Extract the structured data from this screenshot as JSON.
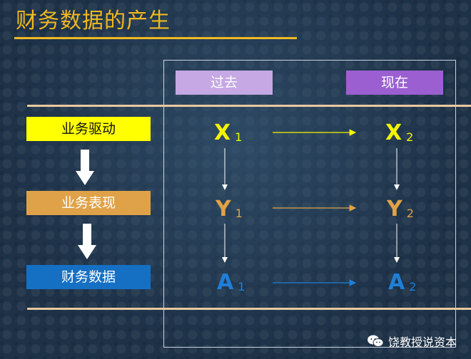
{
  "title": "财务数据的产生",
  "headers": {
    "past": "过去",
    "now": "现在"
  },
  "boxes": {
    "drive": "业务驱动",
    "performance": "业务表现",
    "finance": "财务数据"
  },
  "variables": {
    "x1": {
      "letter": "X",
      "sub": "1"
    },
    "x2": {
      "letter": "X",
      "sub": "2"
    },
    "y1": {
      "letter": "Y",
      "sub": "1"
    },
    "y2": {
      "letter": "Y",
      "sub": "2"
    },
    "a1": {
      "letter": "A",
      "sub": "1"
    },
    "a2": {
      "letter": "A",
      "sub": "2"
    }
  },
  "watermark": "饶教授说资本",
  "colors": {
    "title": "#f0b820",
    "drive": "#ffff00",
    "performance": "#e0a248",
    "finance": "#1570c4",
    "past": "#c5a8e4",
    "now": "#9b5fd2"
  }
}
